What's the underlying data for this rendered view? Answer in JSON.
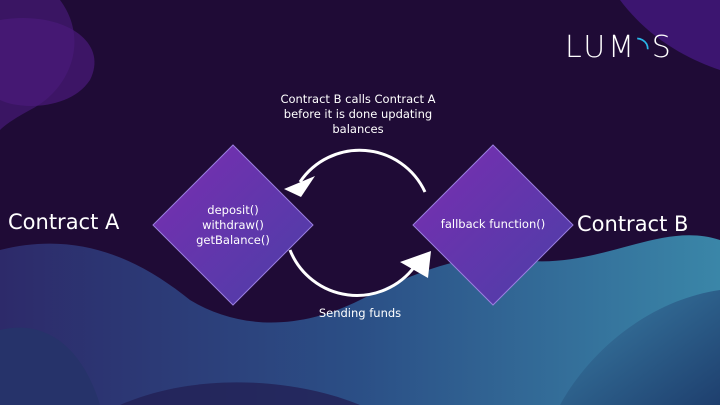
{
  "logo": {
    "text": "LUMOS",
    "accent": "#29b6e8"
  },
  "nodes": {
    "contract_a": {
      "label": "Contract A",
      "functions": [
        "deposit()",
        "withdraw()",
        "getBalance()"
      ]
    },
    "contract_b": {
      "label": "Contract B",
      "functions": [
        "fallback function()"
      ]
    }
  },
  "edges": {
    "top": {
      "label_lines": [
        "Contract B calls Contract A",
        "before it is done updating",
        "balances"
      ]
    },
    "bottom": {
      "label": "Sending funds"
    }
  },
  "colors": {
    "background": "#1f0b36",
    "diamond": "#5a2fa3",
    "wave": "#2a5a86"
  }
}
